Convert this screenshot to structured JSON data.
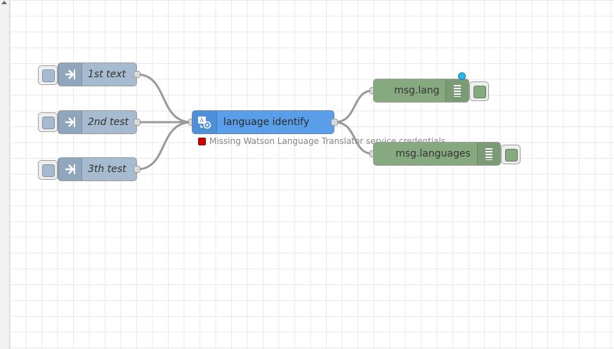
{
  "flow": {
    "inject_nodes": [
      {
        "label": "1st text",
        "color": "#a6bbcf"
      },
      {
        "label": "2nd test",
        "color": "#a6bbcf"
      },
      {
        "label": "3th test",
        "color": "#a6bbcf"
      }
    ],
    "function_node": {
      "label": "language identify",
      "color": "#5a9ee9",
      "status_text": "Missing Watson Language Translator service credentials",
      "status_color": "#cc0000"
    },
    "debug_nodes": [
      {
        "label": "msg.lang",
        "color": "#87a980",
        "changed_indicator_color": "#2ab6e8"
      },
      {
        "label": "msg.languages",
        "color": "#87a980"
      }
    ]
  },
  "icons": {
    "inject": "arrow-in-icon",
    "function": "translate-icon",
    "debug": "list-icon"
  }
}
